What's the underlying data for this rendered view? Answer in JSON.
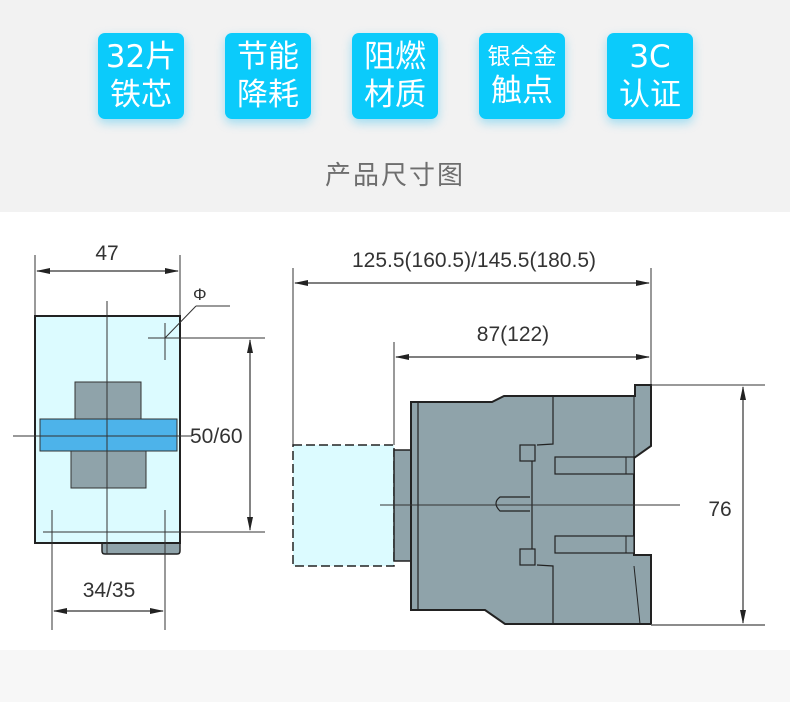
{
  "features": [
    {
      "line1": "32片",
      "line2": "铁芯"
    },
    {
      "line1": "节能",
      "line2": "降耗"
    },
    {
      "line1": "阻燃",
      "line2": "材质"
    },
    {
      "line1": "银合金",
      "line2": "触点"
    },
    {
      "line1": "3C",
      "line2": "认证"
    }
  ],
  "section_title": "产品尺寸图",
  "colors": {
    "badge": "#0bcbfb",
    "body_gray": "#8fa3aa",
    "light_cyan": "#dcfbff",
    "blue_band": "#4db3ea"
  },
  "front_view": {
    "width_label": "47",
    "hole_symbol": "Φ",
    "height_label": "50/60",
    "bottom_label": "34/35"
  },
  "side_view": {
    "overall_length_label": "125.5(160.5)/145.5(180.5)",
    "body_length_label": "87(122)",
    "height_label": "76"
  }
}
